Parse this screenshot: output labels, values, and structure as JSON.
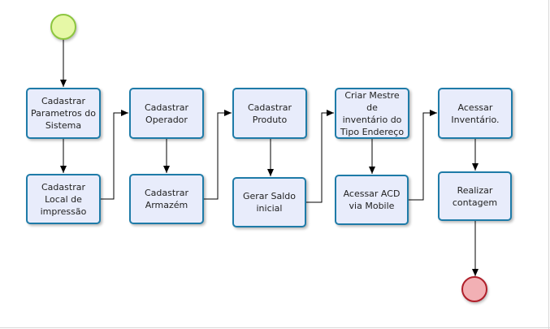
{
  "diagram": {
    "start_event": {
      "color": "#e6f8a6",
      "border": "#8cc63f"
    },
    "end_event": {
      "color": "#f2b0b4",
      "border": "#b01f2a"
    },
    "tasks": {
      "cadastrar_parametros": "Cadastrar\nParametros do\nSistema",
      "cadastrar_local_impressao": "Cadastrar\nLocal de\nimpressão",
      "cadastrar_operador": "Cadastrar\nOperador",
      "cadastrar_armazem": "Cadastrar\nArmazém",
      "cadastrar_produto": "Cadastrar\nProduto",
      "gerar_saldo_inicial": "Gerar Saldo\ninicial",
      "criar_mestre_inventario": "Criar Mestre de\ninventário  do\nTipo Endereço",
      "acessar_acd_mobile": "Acessar ACD\nvia Mobile",
      "acessar_inventario": "Acessar\nInventário.",
      "realizar_contagem": "Realizar\ncontagem"
    }
  }
}
